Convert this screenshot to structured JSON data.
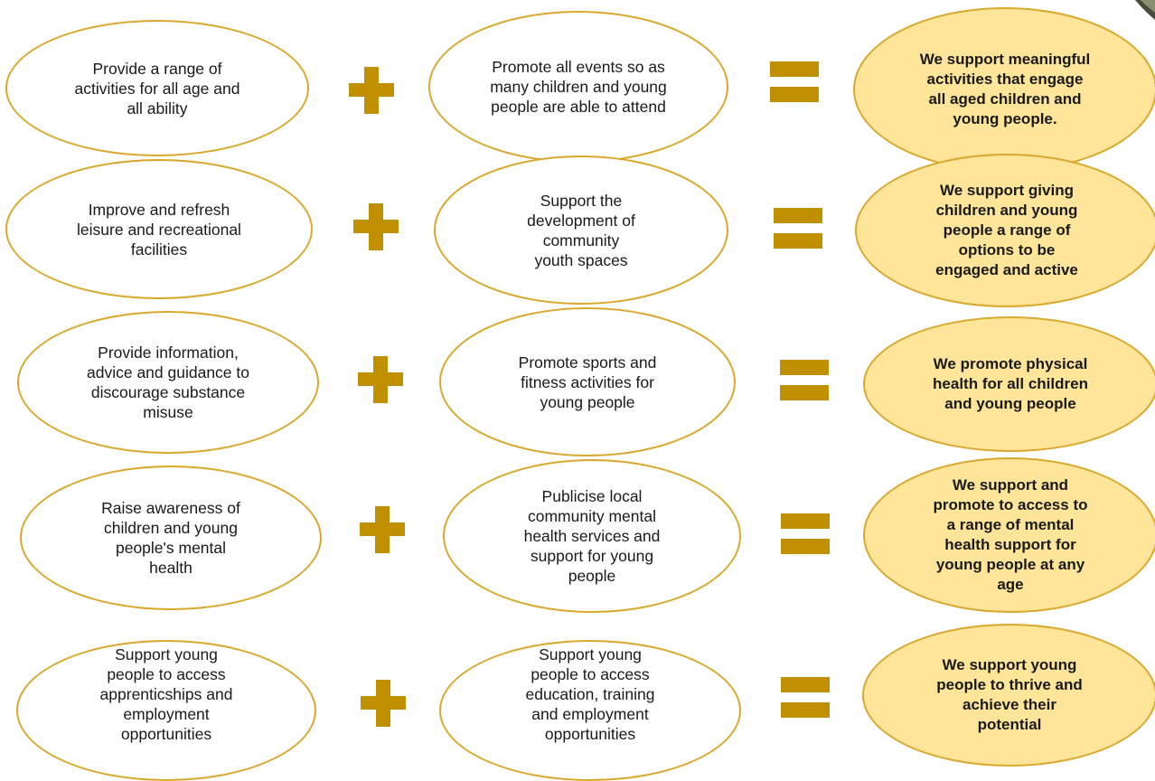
{
  "colors": {
    "border": "#d9a82c",
    "accent": "#c09000",
    "result_fill": "#fee599"
  },
  "rows": [
    {
      "left": "Provide a range of activities for all age and all ability",
      "middle": "Promote all events so as many children and young people are able to attend",
      "result": "We support meaningful activities that engage all aged children and young people."
    },
    {
      "left": "Improve and refresh leisure and recreational facilities",
      "middle": "Support the development of community youth spaces",
      "result": "We support giving children and young people a range of options to be engaged and active"
    },
    {
      "left": "Provide information, advice and guidance to discourage substance misuse",
      "middle": "Promote sports and fitness activities for young people",
      "result": "We promote physical health for all children and young people"
    },
    {
      "left": "Raise awareness of children and young people's  mental health",
      "middle": "Publicise local community mental health services and support for young people",
      "result": "We support and promote to access to a range of mental health support for young people at any age"
    },
    {
      "left": "Support young people to access apprenticships and employment opportunities",
      "middle": "Support young people to access education, training and employment opportunities",
      "result": "We support young people to thrive and achieve their potential"
    }
  ]
}
